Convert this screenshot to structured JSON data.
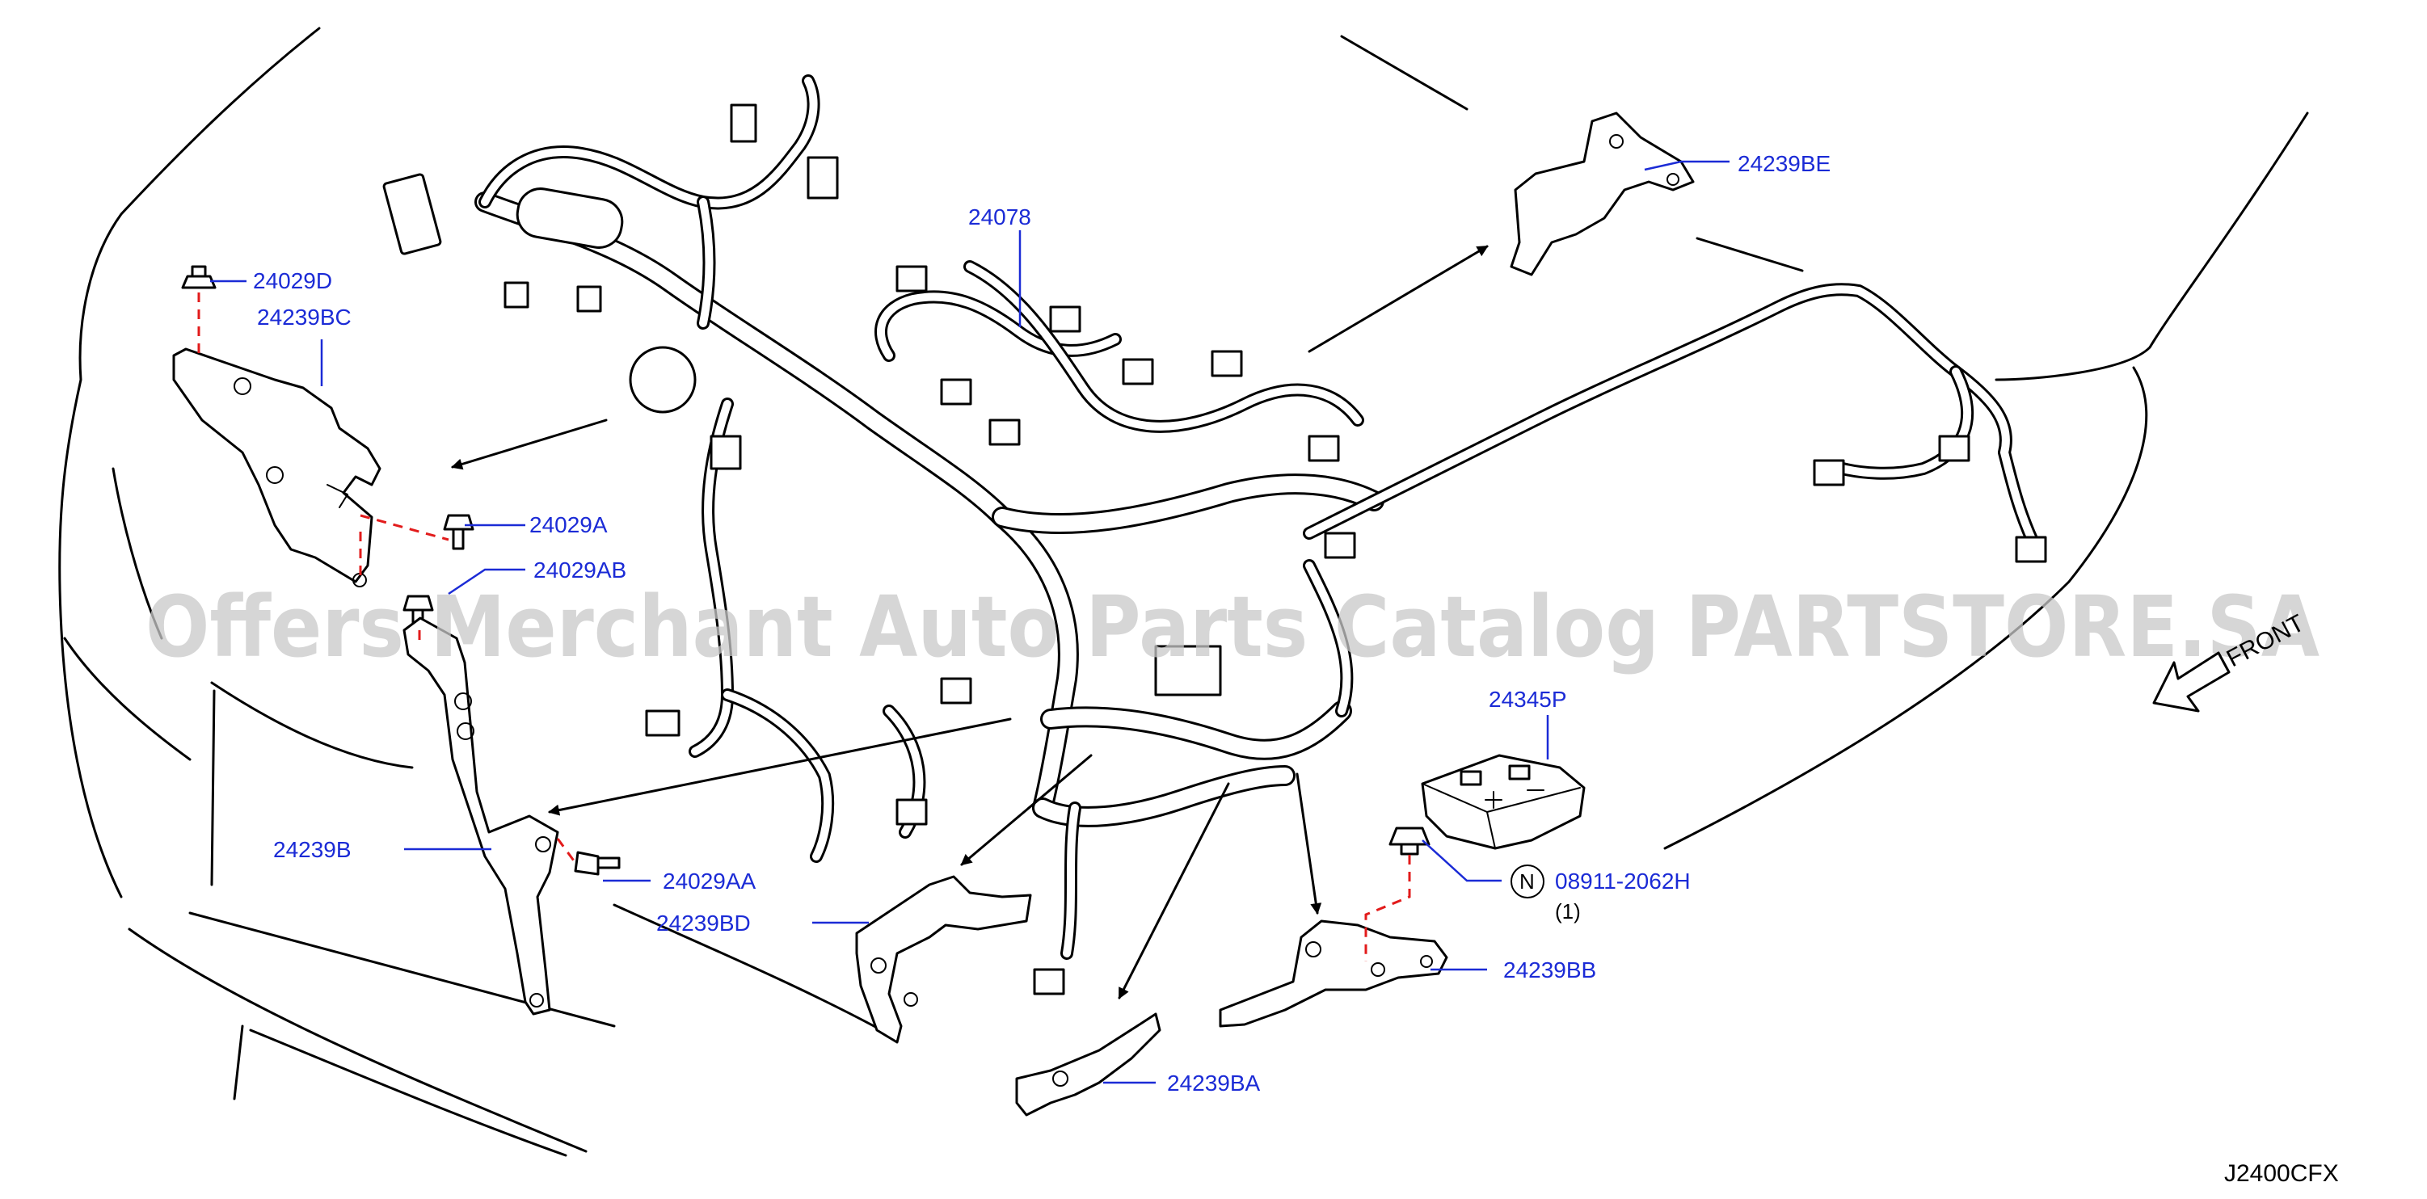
{
  "diagram": {
    "code": "J2400CFX",
    "front_label": "FRONT",
    "watermark": "Offers Merchant Auto Parts Catalog PARTSTORE.SA",
    "parts": {
      "p24029D": "24029D",
      "p24239BC": "24239BC",
      "p24029A": "24029A",
      "p24029AB": "24029AB",
      "p24078": "24078",
      "p24239BE": "24239BE",
      "p24345P": "24345P",
      "p08911": "08911-2062H",
      "qty": "(1)",
      "n_badge": "N",
      "p24239B": "24239B",
      "p24029AA": "24029AA",
      "p24239BD": "24239BD",
      "p24239BB": "24239BB",
      "p24239BA": "24239BA"
    }
  }
}
